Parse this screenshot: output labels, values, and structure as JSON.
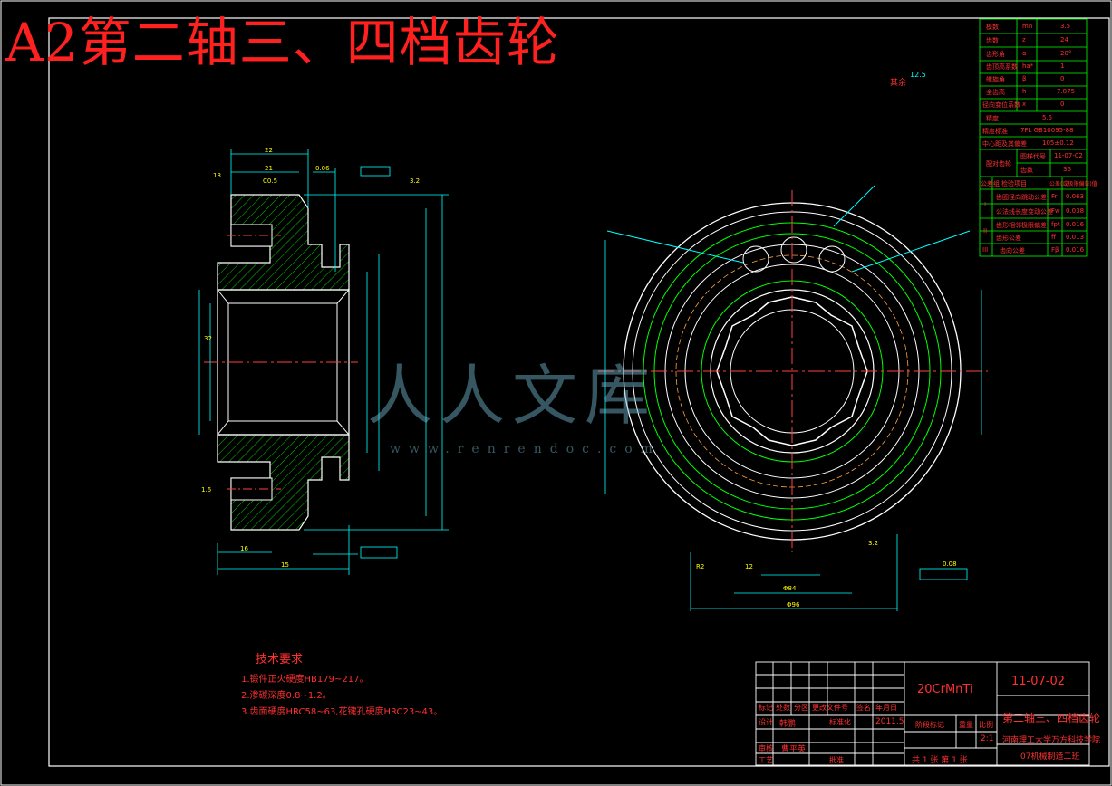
{
  "title": "A2第二轴三、四档齿轮",
  "roughness_note": "其余",
  "roughness_value": "12.5",
  "params": [
    {
      "name": "模数",
      "symbol": "mn",
      "value": "3.5"
    },
    {
      "name": "齿数",
      "symbol": "z",
      "value": "24"
    },
    {
      "name": "齿形角",
      "symbol": "α",
      "value": "20°"
    },
    {
      "name": "齿顶高系数",
      "symbol": "ha*",
      "value": "1"
    },
    {
      "name": "螺旋角",
      "symbol": "β",
      "value": "0"
    },
    {
      "name": "全齿高",
      "symbol": "h",
      "value": "7.875"
    },
    {
      "name": "径向变位系数",
      "symbol": "x",
      "value": "0"
    }
  ],
  "precision": {
    "name": "精度",
    "value": "5.5"
  },
  "precision_std": {
    "name": "精度标准",
    "value": "7FL GB10095-88"
  },
  "tooth_thickness": {
    "name": "中心距及其偏差",
    "value": "105±0.12"
  },
  "mating": {
    "name": "配对齿轮",
    "code_label": "图样代号",
    "code": "11-07-02",
    "teeth_label": "齿数",
    "teeth": "36"
  },
  "tolerance_head": [
    "公差组",
    "检验项目",
    "公差(或极限偏差)值"
  ],
  "tolerances": [
    {
      "group": "I",
      "item": "齿圈径向跳动公差",
      "sym": "Fr",
      "value": "0.063"
    },
    {
      "group": "",
      "item": "公法线长度变动公差",
      "sym": "Fw",
      "value": "0.038"
    },
    {
      "group": "II",
      "item": "齿形相邻极限偏差",
      "sym": "fpt",
      "value": "0.016"
    },
    {
      "group": "",
      "item": "齿形公差",
      "sym": "ff",
      "value": "0.013"
    },
    {
      "group": "III",
      "item": "齿向公差",
      "sym": "Fβ",
      "value": "0.016"
    }
  ],
  "tech_req": {
    "title": "技术要求",
    "items": [
      "1.锻件正火硬度HB179~217。",
      "2.渗碳深度0.8~1.2。",
      "3.齿面硬度HRC58~63,花键孔硬度HRC23~43。"
    ]
  },
  "title_block": {
    "material": "20CrMnTi",
    "drawing_no": "11-07-02",
    "part_name": "第二轴三、四档齿轮",
    "school": "河南理工大学万方科技学院",
    "class": "07机械制造二班",
    "scale": "2:1",
    "sheets": "共 1 张 第 1 张",
    "date": "2011.5",
    "designer": "韩鹏",
    "checker": "曹平英",
    "labels": [
      "标记",
      "处数",
      "分区",
      "更改文件号",
      "签名",
      "年月日",
      "设计",
      "标准化",
      "阶段标记",
      "重量",
      "比例",
      "审核",
      "工艺",
      "批准"
    ]
  },
  "dims_left": [
    "22",
    "21",
    "0.06",
    "C0.5",
    "18",
    "32",
    "3.2",
    "1.6",
    "16",
    "15"
  ],
  "dims_right": [
    "R2",
    "0.08",
    "3.2",
    "12",
    "Φ96",
    "Φ84"
  ],
  "watermark": {
    "text": "人人文库",
    "url": "www.renrendoc.com"
  }
}
